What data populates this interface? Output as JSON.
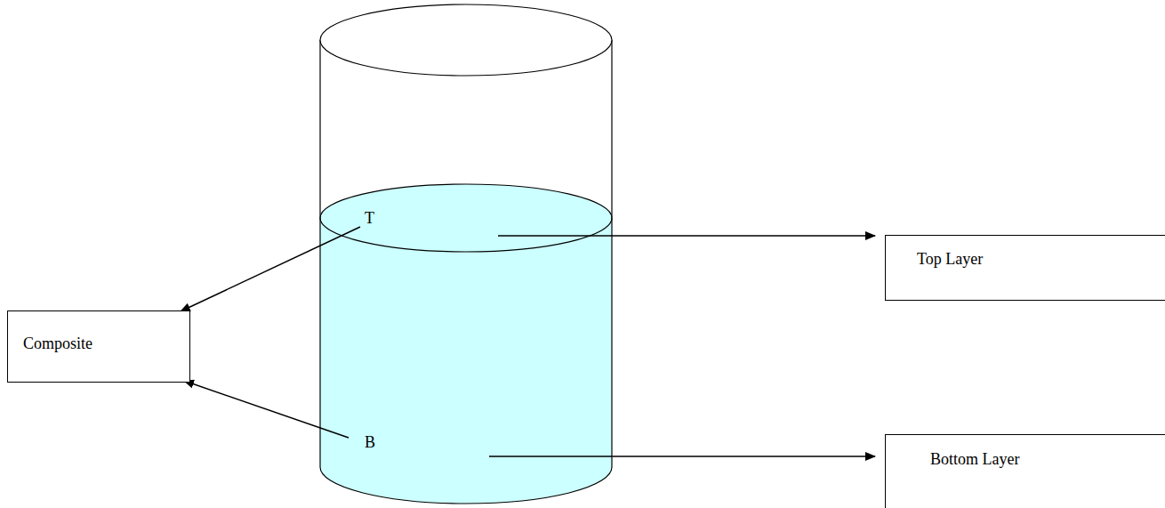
{
  "diagram": {
    "nodes": [
      {
        "text": [
          "Top Layer"
        ]
      },
      {
        "text": [
          "Composite"
        ]
      },
      {
        "text": [
          "Bottom Layer"
        ]
      }
    ],
    "labels": [
      "T",
      "B"
    ]
  }
}
